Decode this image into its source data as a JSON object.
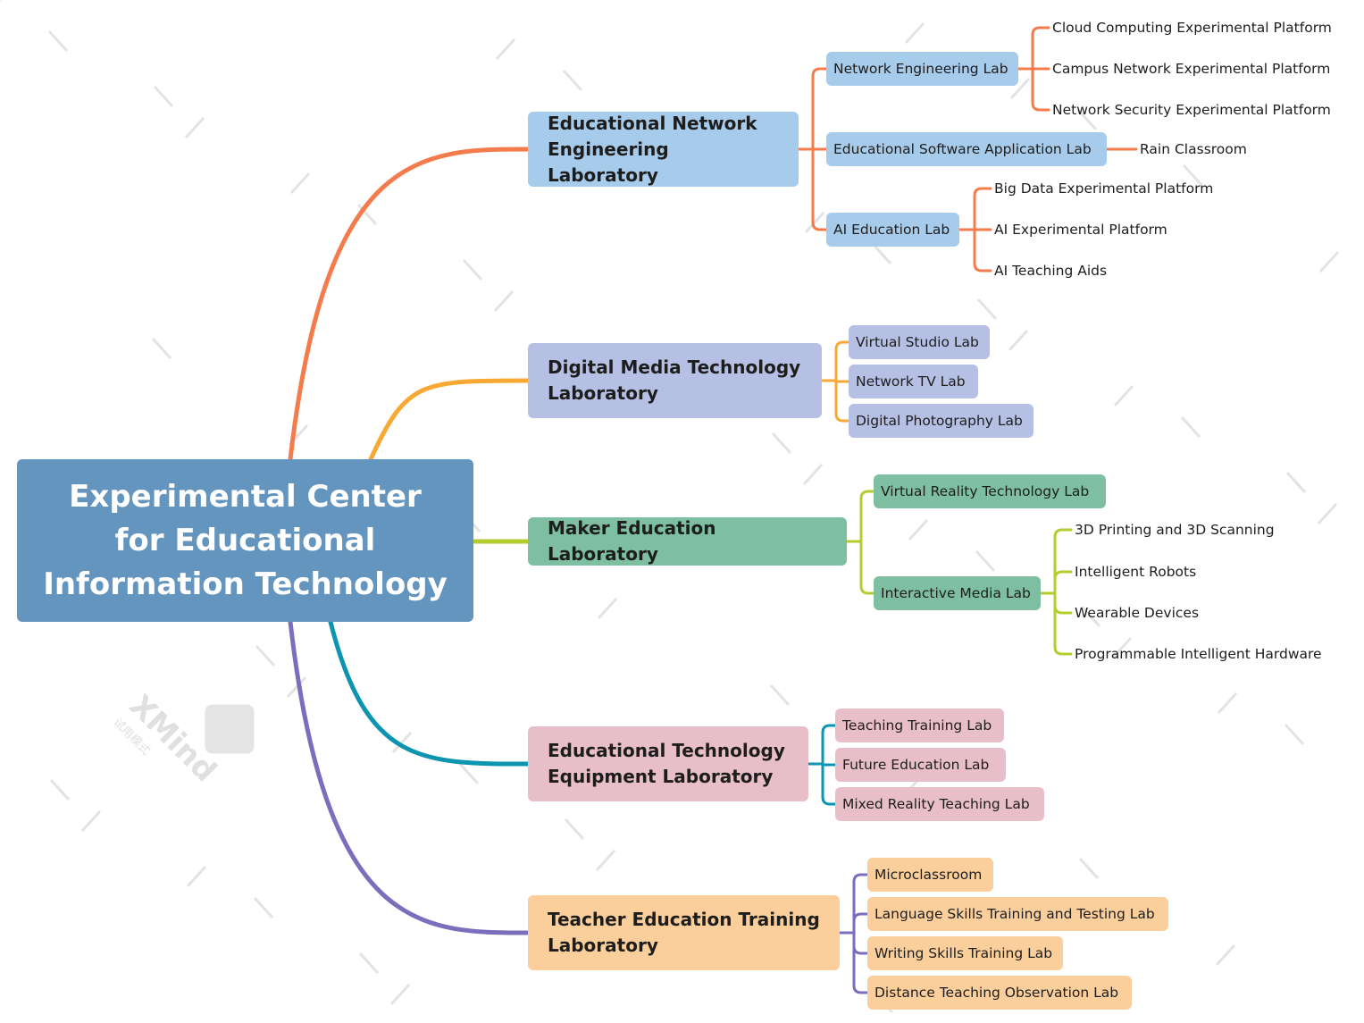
{
  "central": {
    "label": "Experimental Center\nfor Educational\nInformation Technology",
    "color": "#6495bf"
  },
  "branches": [
    {
      "label": "Educational Network\nEngineering Laboratory",
      "line_color": "#f47c4c",
      "fill": "#a7cbea",
      "children": [
        {
          "label": "Network Engineering Lab",
          "children": [
            "Cloud Computing Experimental Platform",
            "Campus Network Experimental Platform",
            "Network Security Experimental Platform"
          ]
        },
        {
          "label": "Educational Software Application Lab",
          "children": [
            "Rain Classroom"
          ]
        },
        {
          "label": "AI Education Lab",
          "children": [
            "Big Data Experimental Platform",
            "AI Experimental Platform",
            "AI Teaching Aids"
          ]
        }
      ]
    },
    {
      "label": "Digital Media Technology\nLaboratory",
      "line_color": "#f8a933",
      "fill": "#b6c0e4",
      "children": [
        {
          "label": "Virtual Studio Lab",
          "children": []
        },
        {
          "label": "Network TV Lab",
          "children": []
        },
        {
          "label": "Digital Photography Lab",
          "children": []
        }
      ]
    },
    {
      "label": "Maker Education Laboratory",
      "line_color": "#b5cc2e",
      "fill": "#7dbfa0",
      "children": [
        {
          "label": "Virtual Reality Technology Lab",
          "children": []
        },
        {
          "label": "Interactive Media Lab",
          "children": [
            "3D Printing and 3D Scanning",
            "Intelligent Robots",
            "Wearable Devices",
            "Programmable Intelligent Hardware"
          ]
        }
      ]
    },
    {
      "label": "Educational Technology\nEquipment Laboratory",
      "line_color": "#0c94b0",
      "fill": "#e8bec8",
      "children": [
        {
          "label": "Teaching Training Lab",
          "children": []
        },
        {
          "label": "Future Education Lab",
          "children": []
        },
        {
          "label": "Mixed Reality Teaching Lab",
          "children": []
        }
      ]
    },
    {
      "label": "Teacher Education Training\nLaboratory",
      "line_color": "#7a6fbc",
      "fill": "#fbcf9b",
      "children": [
        {
          "label": "Microclassroom",
          "children": []
        },
        {
          "label": "Language Skills Training and Testing Lab",
          "children": []
        },
        {
          "label": "Writing Skills Training Lab",
          "children": []
        },
        {
          "label": "Distance Teaching Observation Lab",
          "children": []
        }
      ]
    }
  ],
  "watermark": {
    "brand": "XMind",
    "subtitle": "试用模式"
  }
}
